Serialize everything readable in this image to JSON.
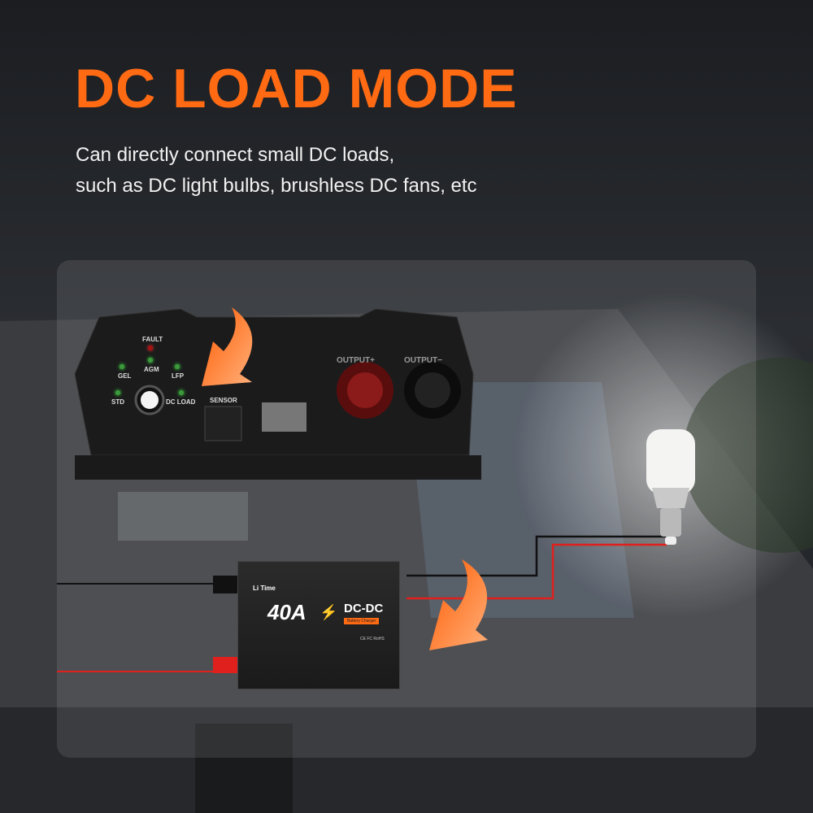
{
  "header": {
    "title": "DC LOAD MODE",
    "subtitle_lines": [
      "Can directly connect small DC loads,",
      "such as DC light bulbs, brushless DC fans, etc"
    ]
  },
  "inverter_panel": {
    "labels": {
      "fault": "FAULT",
      "gel": "GEL",
      "agm": "AGM",
      "lfp": "LFP",
      "std": "STD",
      "dc_load": "DC LOAD",
      "sensor": "SENSOR",
      "output_pos": "OUTPUT+",
      "output_neg": "OUTPUT−"
    }
  },
  "charger": {
    "brand": "Li Time",
    "rating": "40A",
    "type": "DC-DC",
    "tagline": "Battery Charger",
    "certs": "CE FC RoHS"
  },
  "colors": {
    "accent": "#ff6a13",
    "wire_red": "#e0201c",
    "wire_black": "#111111"
  }
}
